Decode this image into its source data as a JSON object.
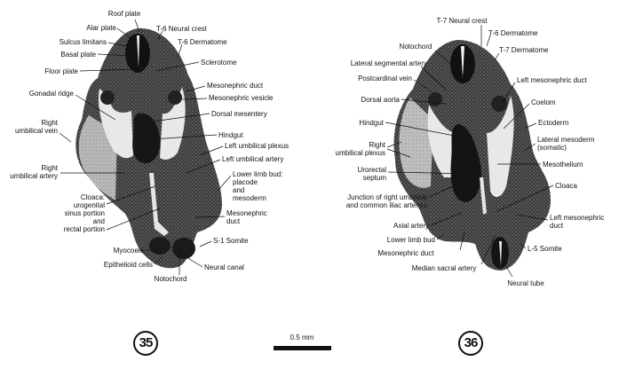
{
  "figure_35": {
    "number": "35",
    "labels": {
      "roof_plate": "Roof plate",
      "alar_plate": "Alar plate",
      "t6_neural_crest": "T-6 Neural crest",
      "sulcus_limitans": "Sulcus limitans",
      "t6_dermatome": "T-6 Dermatome",
      "basal_plate": "Basal plate",
      "sclerotome": "Sclerotome",
      "floor_plate": "Floor plate",
      "mesonephric_duct": "Mesonephric duct",
      "gonadal_ridge": "Gonadal ridge",
      "mesonephric_vesicle": "Mesonephric vesicle",
      "right_umbilical_vein": [
        "Right",
        "umbilical vein"
      ],
      "dorsal_mesentery": "Dorsal mesentery",
      "hindgut": "Hindgut",
      "left_umbilical_plexus": "Left umbilical plexus",
      "left_umbilical_artery": "Left umbilical artery",
      "right_umbilical_artery": [
        "Right",
        "umbilical artery"
      ],
      "lower_limb_bud": [
        "Lower limb bud:",
        "placode",
        "and",
        "mesoderm"
      ],
      "cloaca": [
        "Cloaca:",
        "urogenital",
        "sinus portion",
        "and",
        "rectal portion"
      ],
      "mesonephric_duct_2": [
        "Mesonephric",
        "duct"
      ],
      "s1_somite": "S-1 Somite",
      "myocoele": "Myocoele",
      "epithelioid_cells": "Epithelioid cells",
      "neural_canal": "Neural canal",
      "notochord": "Notochord"
    }
  },
  "figure_36": {
    "number": "36",
    "labels": {
      "t7_neural_crest": "T-7 Neural crest",
      "t6_dermatome": "T-6 Dermatome",
      "notochord": "Notochord",
      "t7_dermatome": "T-7 Dermatome",
      "lateral_segmental_artery": "Lateral segmental artery",
      "postcardinal_vein": "Postcardinal vein",
      "left_mesonephric_duct": "Left mesonephric duct",
      "dorsal_aorta": "Dorsal aorta",
      "coelom": "Coelom",
      "hindgut": "Hindgut",
      "ectoderm": "Ectoderm",
      "right_umbilical_plexus": [
        "Right",
        "umbilical plexus"
      ],
      "lateral_mesoderm": [
        "Lateral mesoderm",
        "(somatic)"
      ],
      "mesothelium": "Mesothelium",
      "urorectal_septum": [
        "Urorectal",
        "septum"
      ],
      "cloaca": "Cloaca",
      "junction": [
        "Junction of right umbilical",
        "and common iliac arteries"
      ],
      "left_mesonephric_duct_2": [
        "Left mesonephric",
        "duct"
      ],
      "axial_artery": "Axial artery",
      "lower_limb_bud": "Lower limb bud",
      "l5_somite": "L-5 Somite",
      "mesonephric_duct": "Mesonephric duct",
      "median_sacral_artery": "Median sacral artery",
      "neural_tube": "Neural tube"
    }
  },
  "scale_bar": {
    "label": "0.5 mm"
  },
  "colors": {
    "tissue_dark": "#1e1e1e",
    "tissue_mid": "#5a5a5a",
    "tissue_light": "#9a9a9a",
    "cavity": "#e8e8e8"
  }
}
